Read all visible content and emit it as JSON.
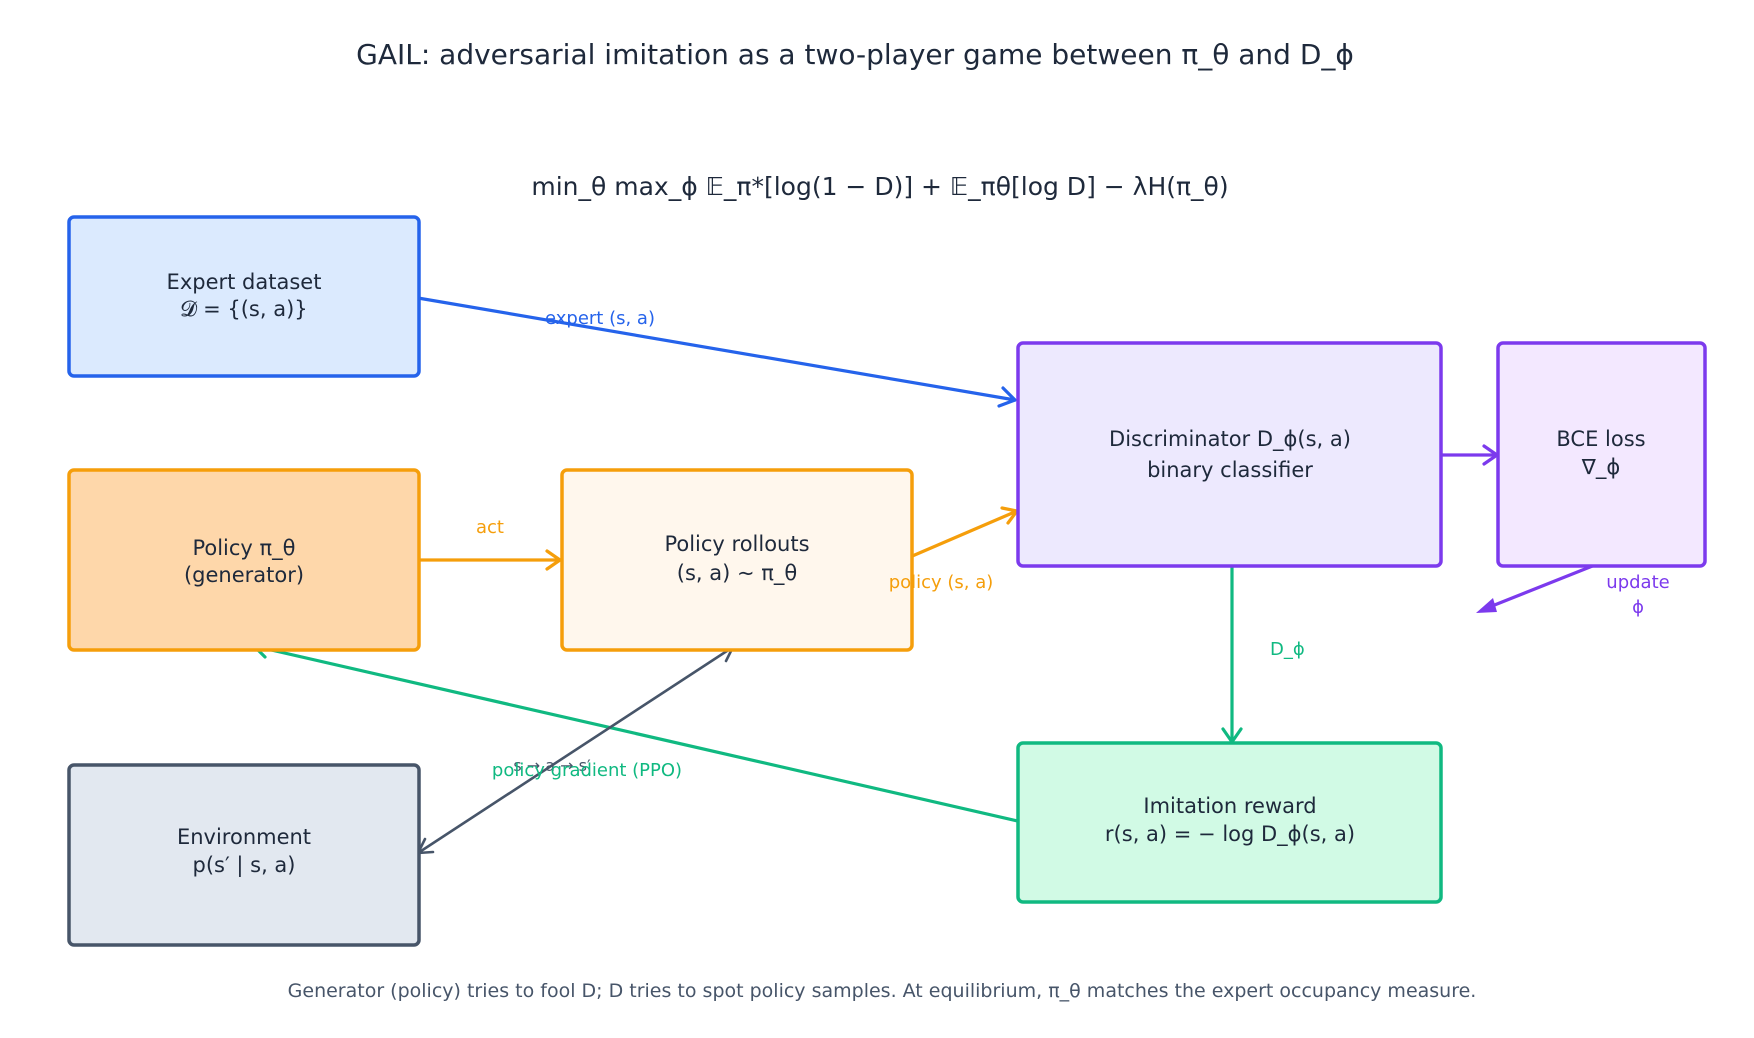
{
  "title": "GAIL: adversarial imitation as a two-player game between π_θ and D_ϕ",
  "objective": "min_θ max_ϕ  𝔼_π*[log(1 − D)] + 𝔼_πθ[log D] − λH(π_θ)",
  "caption": "Generator (policy) tries to fool D; D tries to spot policy samples. At equilibrium, π_θ matches the expert occupancy measure.",
  "nodes": {
    "expert": {
      "line1": "Expert dataset",
      "line2": "𝓓 = {(s, a)}",
      "fill": "#dbeafe",
      "stroke": "#2563eb"
    },
    "policy": {
      "line1": "Policy π_θ",
      "line2": "(generator)",
      "fill": "#fed7aa",
      "stroke": "#f59e0b"
    },
    "rollouts": {
      "line1": "Policy rollouts",
      "line2": "(s, a) ∼ π_θ",
      "fill": "#fff7ed",
      "stroke": "#f59e0b"
    },
    "environment": {
      "line1": "Environment",
      "line2": "p(s′ | s, a)",
      "fill": "#e2e8f0",
      "stroke": "#475569"
    },
    "discriminator": {
      "line1": "Discriminator D_ϕ(s, a)",
      "line2": "binary classifier",
      "fill": "#ede9fe",
      "stroke": "#7c3aed"
    },
    "bce": {
      "line1": "BCE loss",
      "line2": "∇_ϕ",
      "fill": "#f3e8ff",
      "stroke": "#7c3aed"
    },
    "reward": {
      "line1": "Imitation reward",
      "line2": "r(s, a) = − log D_ϕ(s, a)",
      "fill": "#d1fae5",
      "stroke": "#10b981"
    }
  },
  "edges": {
    "expert_sa": {
      "label": "expert (s, a)",
      "color": "#2563eb"
    },
    "act": {
      "label": "act",
      "color": "#f59e0b"
    },
    "policy_sa": {
      "label": "policy (s, a)",
      "color": "#f59e0b"
    },
    "d_phi": {
      "label": "D_ϕ",
      "color": "#10b981"
    },
    "update": {
      "label1": "update",
      "label2": "ϕ",
      "color": "#7c3aed"
    },
    "pg": {
      "label": "policy gradient (PPO)",
      "color": "#10b981"
    },
    "env_loop": {
      "label": "s → a → s′",
      "color": "#475569"
    }
  }
}
